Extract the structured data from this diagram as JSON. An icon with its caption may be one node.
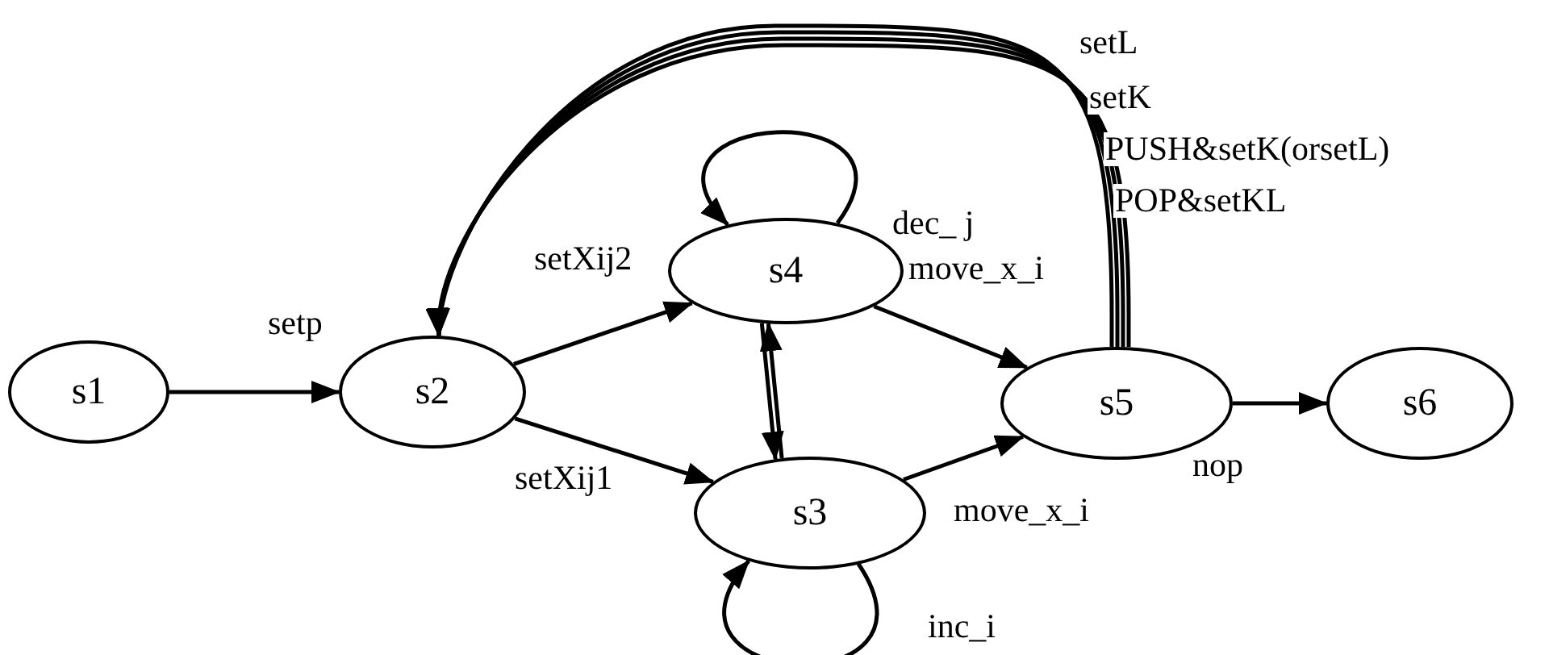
{
  "diagram": {
    "nodes": [
      {
        "text": [
          "s1"
        ]
      },
      {
        "text": [
          "s2"
        ]
      },
      {
        "text": [
          "s3"
        ]
      },
      {
        "text": [
          "s4"
        ]
      },
      {
        "text": [
          "s5"
        ]
      },
      {
        "text": [
          "s6"
        ]
      }
    ],
    "edges": [
      {
        "from": 0,
        "to": 1,
        "arrow": "to",
        "label": "setp"
      },
      {
        "from": 1,
        "to": 3,
        "arrow": "to",
        "label": "setXij2"
      },
      {
        "from": 1,
        "to": 2,
        "arrow": "to",
        "label": "setXij1"
      },
      {
        "from": 3,
        "to": 3,
        "arrow": "to",
        "label": "dec_ j"
      },
      {
        "from": 2,
        "to": 2,
        "arrow": "to",
        "label": "inc_i"
      },
      {
        "from": 2,
        "to": 3,
        "arrow": "to"
      },
      {
        "from": 3,
        "to": 2,
        "arrow": "to"
      },
      {
        "from": 3,
        "to": 4,
        "arrow": "to",
        "label": "move_x_i"
      },
      {
        "from": 2,
        "to": 4,
        "arrow": "to",
        "label": "move_x_i"
      },
      {
        "from": 4,
        "to": 1,
        "arrow": "to",
        "label": "setL"
      },
      {
        "from": 4,
        "to": 1,
        "arrow": "to",
        "label": "setK"
      },
      {
        "from": 4,
        "to": 1,
        "arrow": "to",
        "label": "PUSH&setK(orsetL)"
      },
      {
        "from": 4,
        "to": 1,
        "arrow": "to",
        "label": "POP&setKL"
      },
      {
        "from": 4,
        "to": 5,
        "arrow": "to",
        "label": "nop"
      }
    ]
  }
}
